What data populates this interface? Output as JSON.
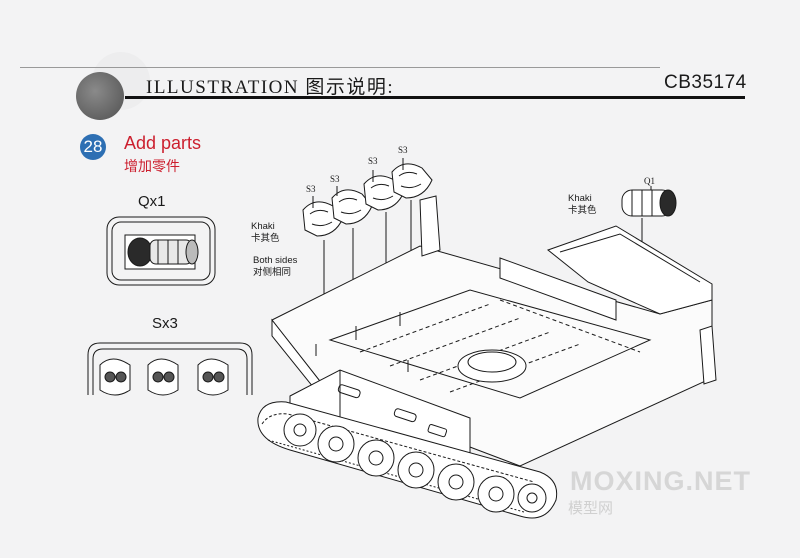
{
  "header": {
    "title": "ILLUSTRATION 图示说明:",
    "code": "CB35174"
  },
  "step": {
    "number": "28",
    "title_en": "Add parts",
    "title_cn": "增加零件"
  },
  "parts": {
    "q_label": "Qx1",
    "s_label": "Sx3"
  },
  "callouts": {
    "khaki_left_en": "Khaki",
    "khaki_left_cn": "卡其色",
    "both_sides_en": "Both sides",
    "both_sides_cn": "对侧相同",
    "khaki_right_en": "Khaki",
    "khaki_right_cn": "卡其色"
  },
  "part_numbers": {
    "s1": "S3",
    "s2": "S3",
    "s3": "S3",
    "s4": "S3",
    "q1": "Q1"
  },
  "watermark": {
    "en": "MOXING.NET",
    "cn": "模型网"
  },
  "colors": {
    "step_badge": "#2d6fb3",
    "step_text": "#cc1f2e",
    "ink": "#1a1a1a"
  }
}
